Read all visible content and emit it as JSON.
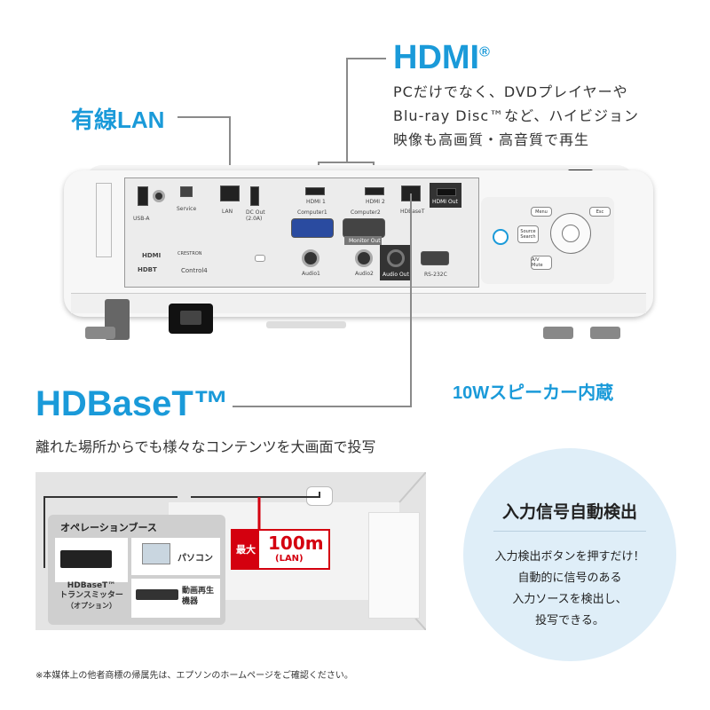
{
  "hdmi": {
    "title": "HDMI",
    "reg": "®",
    "desc_lines": [
      "PCだけでなく、DVDプレイヤーや",
      "Blu-ray Disc™など、ハイビジョン",
      "映像も高画質・高音質で再生"
    ]
  },
  "lan": {
    "title": "有線LAN"
  },
  "hdbaset": {
    "title": "HDBaseT™",
    "desc": "離れた場所からでも様々なコンテンツを大画面で投写"
  },
  "speaker": {
    "title": "10Wスピーカー内蔵"
  },
  "projector": {
    "ports": {
      "usb_a": "USB-A",
      "service": "Service",
      "lan": "LAN",
      "dc_out": "DC Out",
      "dc_out_rating": "(2.0A)",
      "hdmi1": "HDMI 1",
      "hdmi2": "HDMI 2",
      "hdbaset": "HDBaseT",
      "hdmi_out": "HDMI Out",
      "computer1": "Computer1",
      "computer2": "Computer2",
      "monitor_out": "Monitor Out",
      "audio1": "Audio1",
      "audio2": "Audio2",
      "audio_out": "Audio Out",
      "rs232c": "RS-232C"
    },
    "logos": {
      "hdmi": "HDMI",
      "hdbt": "HDBT",
      "crestron": "CRESTRON",
      "control4": "Control4"
    },
    "buttons": {
      "menu": "Menu",
      "esc": "Esc",
      "source_search": "Source Search",
      "av_mute": "A/V Mute"
    }
  },
  "diagram": {
    "booth_title": "オペレーションブース",
    "pc_label": "パソコン",
    "transmitter_label": "HDBaseT™",
    "transmitter_sub1": "トランスミッター",
    "transmitter_sub2": "（オプション）",
    "player_label1": "動画再生",
    "player_label2": "機器",
    "max_label": "最大",
    "distance": "100m",
    "distance_unit": "(LAN)"
  },
  "auto_detect": {
    "title": "入力信号自動検出",
    "lines": [
      "入力検出ボタンを押すだけ！",
      "自動的に信号のある",
      "入力ソースを検出し、",
      "投写できる。"
    ]
  },
  "footnote": "※本媒体上の他者商標の帰属先は、エプソンのホームページをご確認ください。",
  "colors": {
    "accent": "#1a9ad9",
    "red": "#d4000f"
  }
}
